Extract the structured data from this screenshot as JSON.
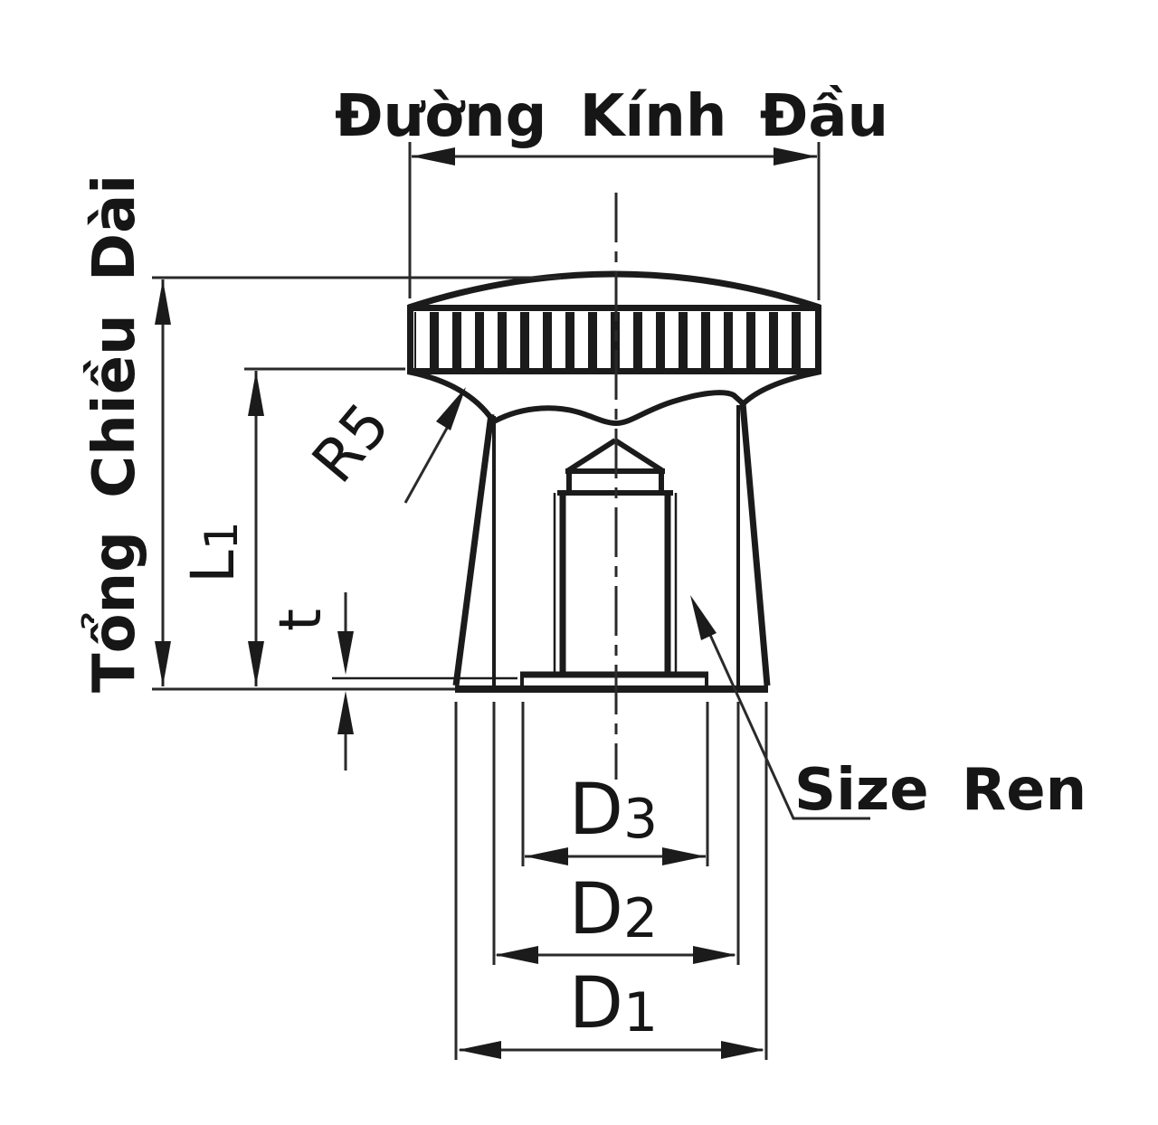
{
  "labels": {
    "head_diameter": "Đường Kính Đầu",
    "total_length": "Tổng Chiều Dài",
    "l1": {
      "main": "L",
      "sub": "1"
    },
    "t": "t",
    "r5": "R5",
    "d3": {
      "main": "D",
      "sub": "3"
    },
    "d2": {
      "main": "D",
      "sub": "2"
    },
    "d1": {
      "main": "D",
      "sub": "1"
    },
    "size_ren": "Size Ren"
  },
  "colors": {
    "line": "#1b1b1b",
    "background": "#ffffff"
  }
}
